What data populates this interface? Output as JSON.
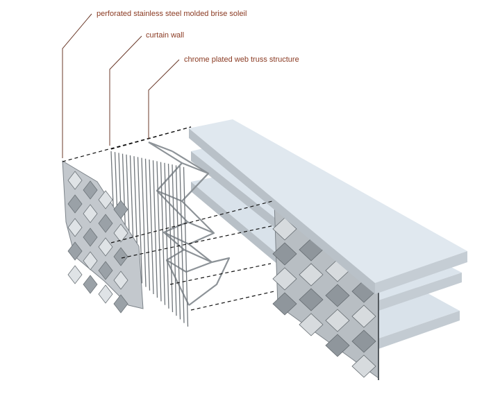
{
  "labels": {
    "brise_soleil": "perforated stainless steel molded brise soleil",
    "curtain_wall": "curtain wall",
    "truss": "chrome plated web truss structure"
  },
  "colors": {
    "label_text": "#8a3a22",
    "leader_line": "#6b3a2a",
    "dashed_line": "#111111",
    "slab_top": "#dde6ee",
    "slab_edge": "#c9d0d7",
    "panel_metal": "#b9bec3",
    "panel_shadow": "#7d848a",
    "mullion": "#6f757a",
    "truss": "#8d9398"
  }
}
